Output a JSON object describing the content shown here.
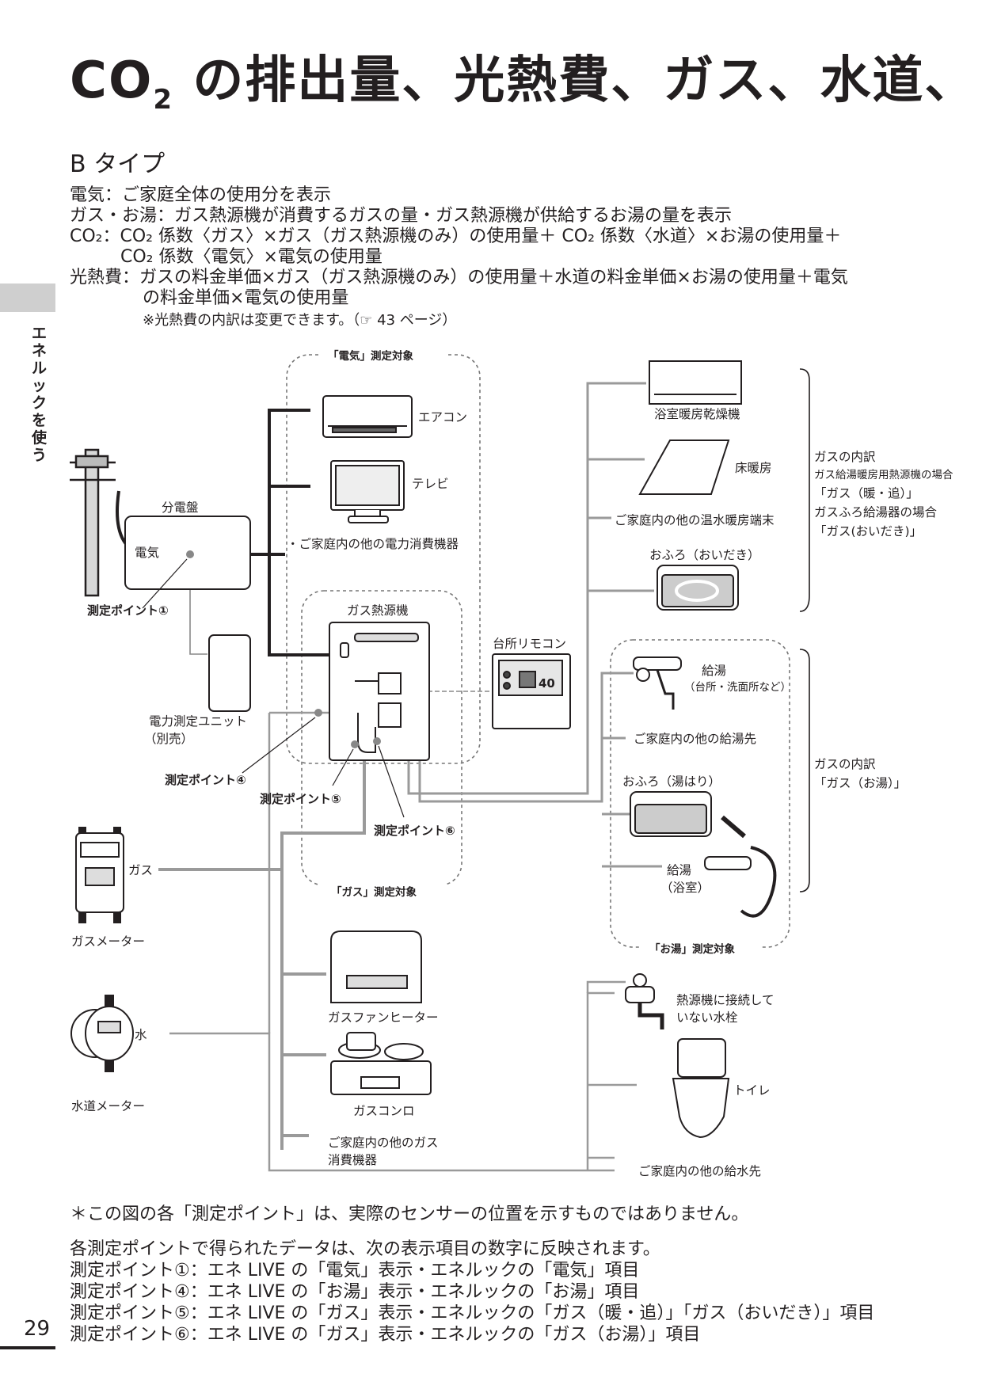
{
  "header": {
    "title_prefix": "CO",
    "title_sub": "2",
    "title_rest": " の排出量、光熱費、ガス、水道、",
    "subtitle": "B タイプ"
  },
  "description": {
    "electric": "電気：ご家庭全体の使用分を表示",
    "gas": "ガス・お湯：ガス熱源機が消費するガスの量・ガス熱源機が供給するお湯の量を表示",
    "co2_line1": "CO₂：CO₂ 係数〈ガス〉×ガス（ガス熱源機のみ）の使用量＋ CO₂ 係数〈水道〉×お湯の使用量＋",
    "co2_line2": "CO₂ 係数〈電気〉×電気の使用量",
    "cost_line1": "光熱費：ガスの料金単価×ガス（ガス熱源機のみ）の使用量＋水道の料金単価×お湯の使用量＋電気",
    "cost_line2": "の料金単価×電気の使用量",
    "cost_note": "※光熱費の内訳は変更できます。（☞ 43 ページ）"
  },
  "sidebar": {
    "section_label": "エネルックを使う"
  },
  "diagram": {
    "zone_electric": "「電気」測定対象",
    "zone_gas": "「ガス」測定対象",
    "zone_hotwater": "「お湯」測定対象",
    "aircon": "エアコン",
    "tv": "テレビ",
    "other_electric": "・ご家庭内の他の電力消費機器",
    "panel": "分電盤",
    "panel_electric": "電気",
    "point1": "測定ポイント①",
    "power_unit_line1": "電力測定ユニット",
    "power_unit_line2": "（別売）",
    "heat_source": "ガス熱源機",
    "kitchen_remote": "台所リモコン",
    "remote_temp": "40",
    "point4": "測定ポイント④",
    "point5": "測定ポイント⑤",
    "point6": "測定ポイント⑥",
    "gas": "ガス",
    "gas_meter": "ガスメーター",
    "water": "水",
    "water_meter": "水道メーター",
    "bathroom_dryer": "浴室暖房乾燥機",
    "floor_heating": "床暖房",
    "other_heating": "ご家庭内の他の温水暖房端末",
    "bath_reheat": "おふろ（おいだき）",
    "gas_breakdown_a_title": "ガスの内訳",
    "gas_breakdown_a_line1": "ガス給湯暖房用熱源機の場合",
    "gas_breakdown_a_line2": "「ガス（暖・追）」",
    "gas_breakdown_a_line3": "ガスふろ給湯器の場合",
    "gas_breakdown_a_line4": "「ガス(おいだき)」",
    "hot_supply": "給湯",
    "hot_supply_note": "（台所・洗面所など）",
    "other_hot_supply": "ご家庭内の他の給湯先",
    "bath_fill": "おふろ（湯はり）",
    "hot_supply_bath": "給湯",
    "hot_supply_bath_note": "（浴室）",
    "gas_breakdown_b_title": "ガスの内訳",
    "gas_breakdown_b_line1": "「ガス（お湯）」",
    "gas_fan_heater": "ガスファンヒーター",
    "gas_stove": "ガスコンロ",
    "other_gas_line1": "ご家庭内の他のガス",
    "other_gas_line2": "消費機器",
    "faucet_line1": "熱源機に接続して",
    "faucet_line2": "いない水栓",
    "toilet": "トイレ",
    "other_water": "ご家庭内の他の給水先"
  },
  "footer": {
    "note": "＊この図の各「測定ポイント」は、実際のセンサーの位置を示すものではありません。",
    "intro": "各測定ポイントで得られたデータは、次の表示項目の数字に反映されます。",
    "map1": "測定ポイント①：エネ LIVE の「電気」表示・エネルックの「電気」項目",
    "map4": "測定ポイント④：エネ LIVE の「お湯」表示・エネルックの「お湯」項目",
    "map5": "測定ポイント⑤：エネ LIVE の「ガス」表示・エネルックの「ガス（暖・追）」「ガス（おいだき）」項目",
    "map6": "測定ポイント⑥：エネ LIVE の「ガス」表示・エネルックの「ガス（お湯）」項目"
  },
  "page": {
    "number": "29"
  }
}
